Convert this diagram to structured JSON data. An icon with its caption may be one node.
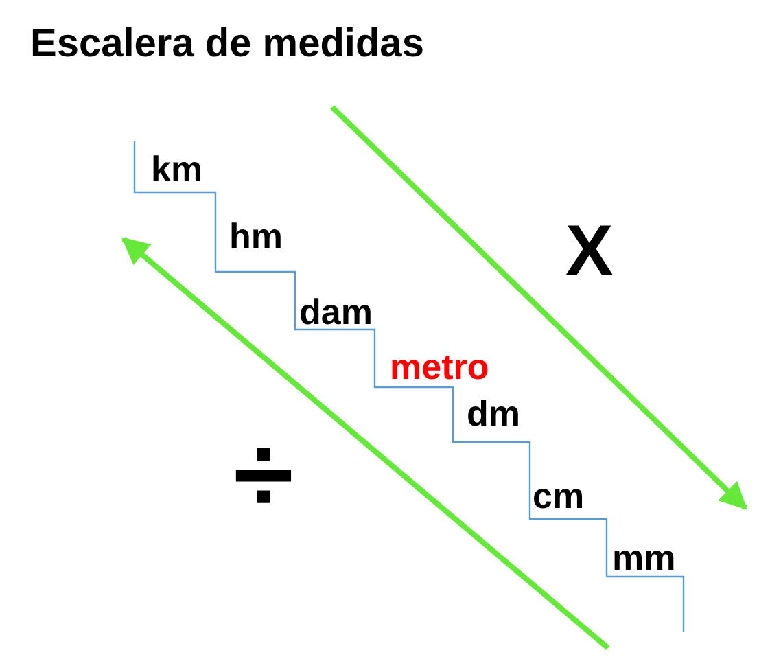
{
  "diagram": {
    "title": "Escalera de medidas",
    "labels": [
      "km",
      "hm",
      "dam",
      "metro",
      "dm",
      "cm",
      "mm",
      "X",
      "÷"
    ]
  }
}
